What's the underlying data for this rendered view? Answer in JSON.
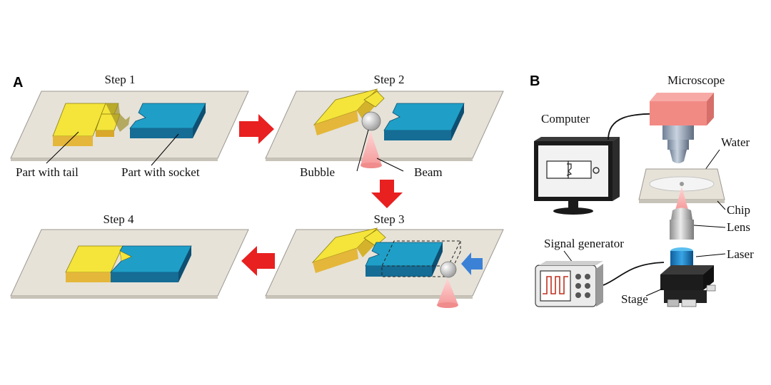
{
  "panel_a": {
    "letter": "A",
    "steps": [
      "Step 1",
      "Step 2",
      "Step 3",
      "Step 4"
    ],
    "labels": {
      "part_tail": "Part with tail",
      "part_socket": "Part with socket",
      "bubble": "Bubble",
      "beam": "Beam"
    }
  },
  "panel_b": {
    "letter": "B",
    "labels": {
      "microscope": "Microscope",
      "computer": "Computer",
      "water": "Water",
      "chip": "Chip",
      "lens": "Lens",
      "signal_generator": "Signal generator",
      "laser": "Laser",
      "stage": "Stage"
    }
  },
  "colors": {
    "yellow": "#f5e43a",
    "blue": "#1f9fc7",
    "plate": "#e6e2d8",
    "arrow_red": "#e82020",
    "arrow_blue": "#3b82d6",
    "microscope": "#f28a84"
  }
}
